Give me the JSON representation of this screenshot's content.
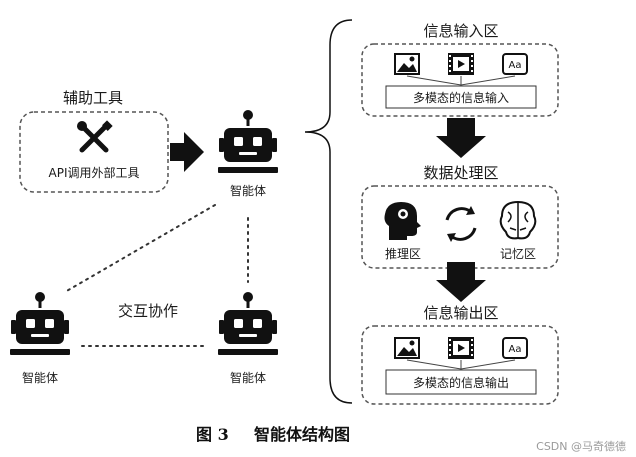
{
  "tools": {
    "title": "辅助工具",
    "box_label": "API调用外部工具"
  },
  "agents": {
    "main_label": "智能体",
    "left_label": "智能体",
    "right_label": "智能体",
    "collab_label": "交互协作"
  },
  "input_zone": {
    "title": "信息输入区",
    "bar_label": "多模态的信息输入",
    "icons": [
      "image-icon",
      "video-icon",
      "text-icon"
    ]
  },
  "processing_zone": {
    "title": "数据处理区",
    "reasoning_label": "推理区",
    "memory_label": "记忆区"
  },
  "output_zone": {
    "title": "信息输出区",
    "bar_label": "多模态的信息输出",
    "icons": [
      "image-icon",
      "video-icon",
      "text-icon"
    ]
  },
  "figure": {
    "caption_number": "图 3",
    "caption_title": "智能体结构图"
  },
  "watermark": "CSDN @马奇德德",
  "colors": {
    "ink": "#1a1a1a",
    "dash": "#555555",
    "watermark": "#9a9a9a"
  }
}
